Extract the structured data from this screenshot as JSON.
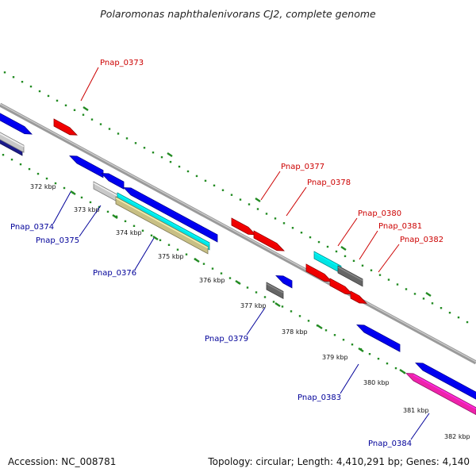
{
  "title": "Polaromonas naphthalenivorans CJ2, complete genome",
  "footer": {
    "accession": "Accession: NC_008781",
    "summary": "Topology: circular; Length: 4,410,291 bp; Genes: 4,140"
  },
  "colors": {
    "forward_label": "#cc0000",
    "reverse_label": "#000099",
    "backbone": "#8a8a8a",
    "tick_dots": "#228b22"
  },
  "kbp_ticks": [
    "372 kbp",
    "373 kbp",
    "374 kbp",
    "375 kbp",
    "376 kbp",
    "377 kbp",
    "378 kbp",
    "379 kbp",
    "380 kbp",
    "381 kbp",
    "382 kbp"
  ],
  "gene_labels": [
    {
      "id": "g373",
      "text": "Pnap_0373",
      "strand": "forward"
    },
    {
      "id": "g374",
      "text": "Pnap_0374",
      "strand": "reverse"
    },
    {
      "id": "g375",
      "text": "Pnap_0375",
      "strand": "reverse"
    },
    {
      "id": "g376",
      "text": "Pnap_0376",
      "strand": "reverse"
    },
    {
      "id": "g377",
      "text": "Pnap_0377",
      "strand": "forward"
    },
    {
      "id": "g378",
      "text": "Pnap_0378",
      "strand": "forward"
    },
    {
      "id": "g379",
      "text": "Pnap_0379",
      "strand": "reverse"
    },
    {
      "id": "g380",
      "text": "Pnap_0380",
      "strand": "forward"
    },
    {
      "id": "g381",
      "text": "Pnap_0381",
      "strand": "forward"
    },
    {
      "id": "g382",
      "text": "Pnap_0382",
      "strand": "forward"
    },
    {
      "id": "g383",
      "text": "Pnap_0383",
      "strand": "reverse"
    },
    {
      "id": "g384",
      "text": "Pnap_0384",
      "strand": "reverse"
    }
  ]
}
